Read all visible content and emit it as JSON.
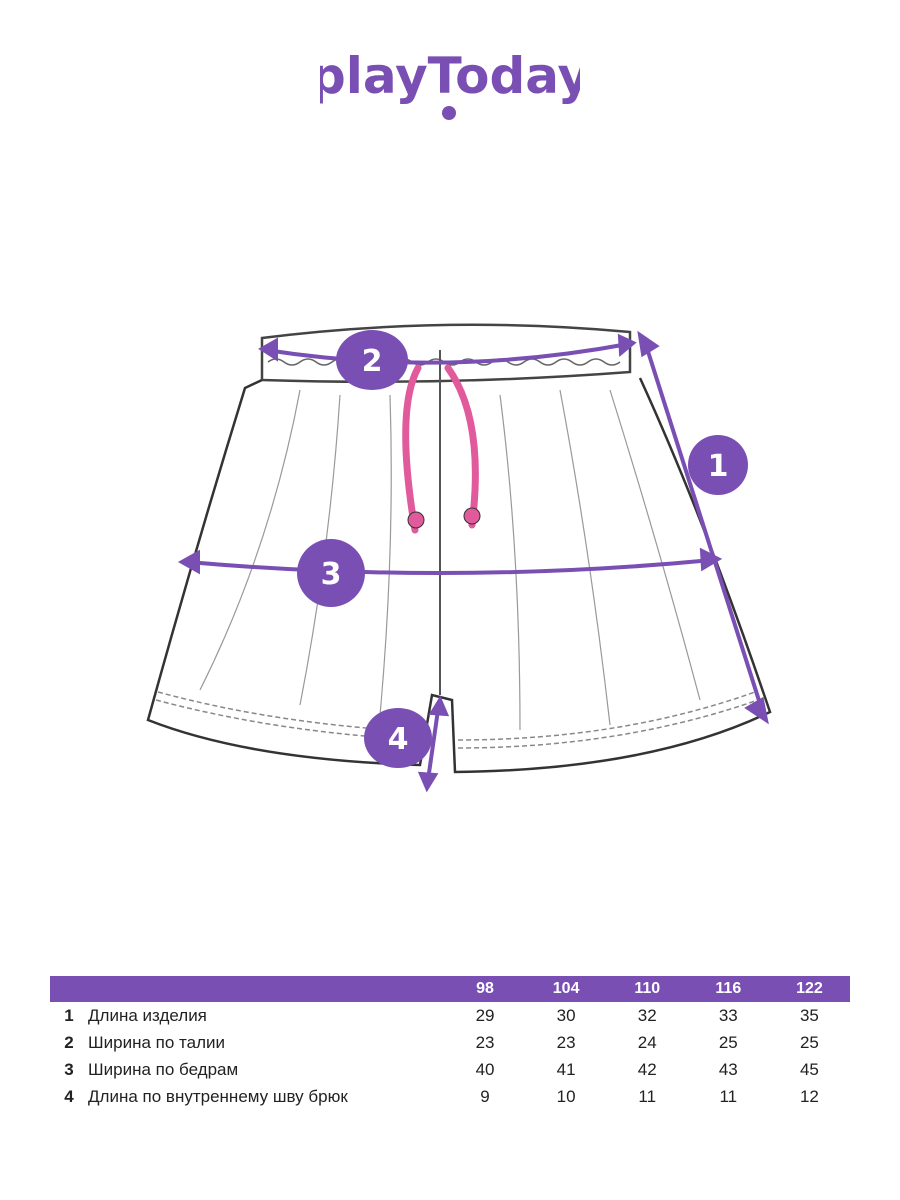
{
  "brand": {
    "name": "playToday",
    "color": "#7a4fb4"
  },
  "markers": [
    "1",
    "2",
    "3",
    "4"
  ],
  "colors": {
    "accent": "#7a4fb4",
    "drawstring": "#e05a9c",
    "outline": "#444444"
  },
  "table": {
    "sizes": [
      "98",
      "104",
      "110",
      "116",
      "122"
    ],
    "rows": [
      {
        "num": "1",
        "label": "Длина изделия",
        "values": [
          "29",
          "30",
          "32",
          "33",
          "35"
        ]
      },
      {
        "num": "2",
        "label": "Ширина по талии",
        "values": [
          "23",
          "23",
          "24",
          "25",
          "25"
        ]
      },
      {
        "num": "3",
        "label": "Ширина по бедрам",
        "values": [
          "40",
          "41",
          "42",
          "43",
          "45"
        ]
      },
      {
        "num": "4",
        "label": "Длина по внутреннему шву брюк",
        "values": [
          "9",
          "10",
          "11",
          "11",
          "12"
        ]
      }
    ]
  }
}
